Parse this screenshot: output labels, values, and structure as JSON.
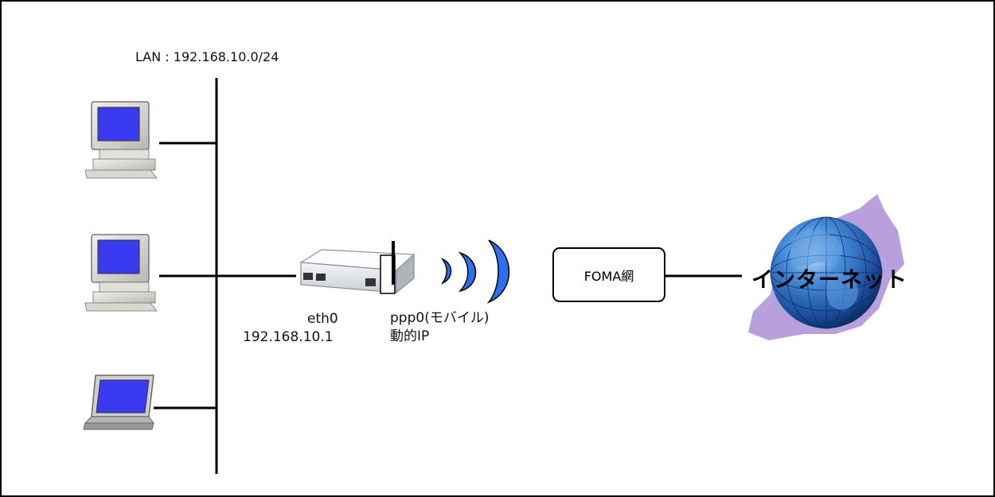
{
  "lan": {
    "label": "LAN : 192.168.10.0/24"
  },
  "router": {
    "eth_interface": "eth0",
    "eth_ip": "192.168.10.1",
    "mobile_interface": "ppp0(モバイル)",
    "mobile_ip": "動的IP"
  },
  "foma": {
    "label": "FOMA網"
  },
  "internet": {
    "label": "インターネット"
  },
  "colors": {
    "screen_blue": "#3a3af0",
    "wave_blue": "#2f6ef0",
    "globe_blue": "#1f5fb8",
    "splash_purple": "#b7a0dc"
  },
  "icons": [
    "desktop-pc-icon",
    "desktop-pc-icon",
    "laptop-icon",
    "router-icon",
    "wireless-wave-icon",
    "globe-icon"
  ]
}
